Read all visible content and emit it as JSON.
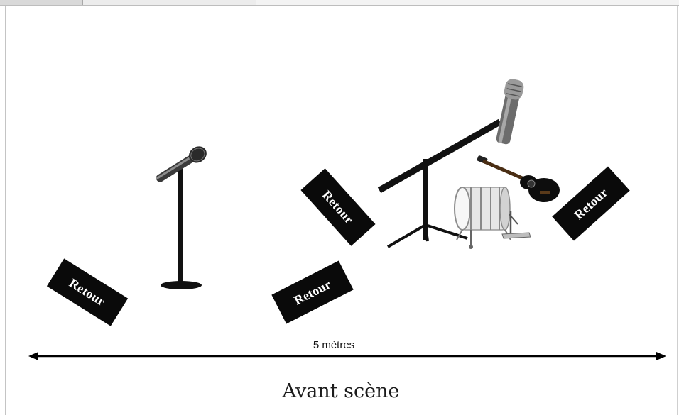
{
  "diagram": {
    "monitors": [
      {
        "label": "Retour"
      },
      {
        "label": "Retour"
      },
      {
        "label": "Retour"
      },
      {
        "label": "Retour"
      }
    ],
    "width_label": "5 mètres",
    "stage_front_label": "Avant scène"
  },
  "icons": [
    "microphone-straight-stand-icon",
    "microphone-boom-stand-icon",
    "acoustic-guitar-icon",
    "bass-drum-icon"
  ]
}
